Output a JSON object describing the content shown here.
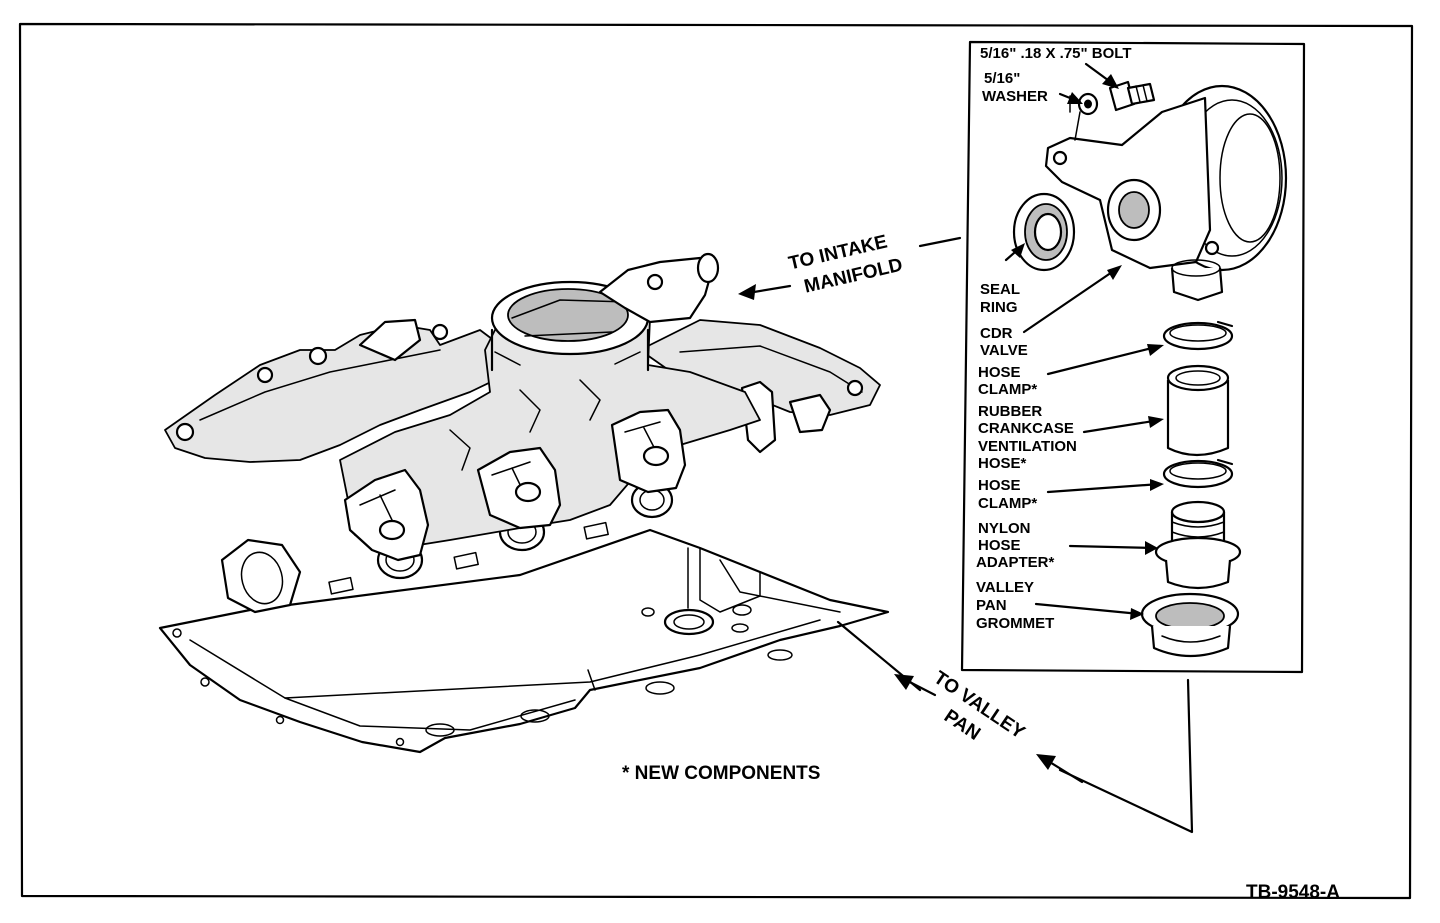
{
  "figure_id": "TB-9548-A",
  "callouts": {
    "to_intake": [
      "TO INTAKE",
      "MANIFOLD"
    ],
    "to_valley": [
      "TO VALLEY",
      "PAN"
    ],
    "new_components": "* NEW COMPONENTS"
  },
  "parts": {
    "bolt": [
      "5/16\" .18 X .75\" BOLT"
    ],
    "washer": [
      "5/16\"",
      "WASHER"
    ],
    "seal_ring": [
      "SEAL",
      "RING"
    ],
    "cdr_valve": [
      "CDR",
      "VALVE"
    ],
    "hose_clamp_upper": [
      "HOSE",
      "CLAMP*"
    ],
    "rubber_hose": [
      "RUBBER",
      "CRANKCASE",
      "VENTILATION",
      "HOSE*"
    ],
    "hose_clamp_lower": [
      "HOSE",
      "CLAMP*"
    ],
    "nylon_adapter": [
      "NYLON",
      "HOSE",
      "ADAPTER*"
    ],
    "valley_grommet": [
      "VALLEY",
      "PAN",
      "GROMMET"
    ]
  }
}
